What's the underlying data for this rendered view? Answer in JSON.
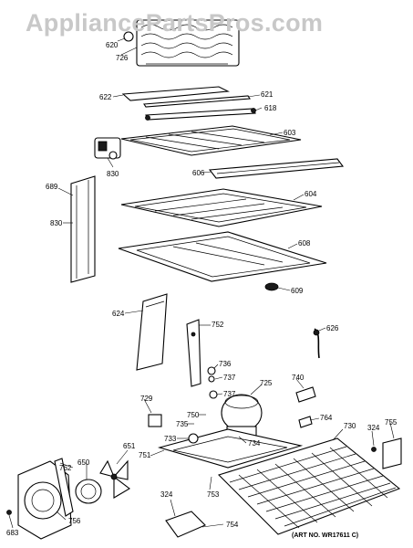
{
  "watermark": "AppliancePartsPros.com",
  "art_number": "(ART NO. WR17611 C)",
  "parts": {
    "p620": "620",
    "p726": "726",
    "p622": "622",
    "p621": "621",
    "p618": "618",
    "p603": "603",
    "p606": "606",
    "p830a": "830",
    "p689": "689",
    "p830b": "830",
    "p604": "604",
    "p608": "608",
    "p609": "609",
    "p624": "624",
    "p752": "752",
    "p626": "626",
    "p736": "736",
    "p737a": "737",
    "p737b": "737",
    "p725": "725",
    "p740": "740",
    "p729": "729",
    "p750": "750",
    "p735": "735",
    "p764": "764",
    "p730": "730",
    "p324a": "324",
    "p755": "755",
    "p733": "733",
    "p734": "734",
    "p651": "651",
    "p762": "762",
    "p650": "650",
    "p751": "751",
    "p753": "753",
    "p324b": "324",
    "p754": "754",
    "p756": "756",
    "p683": "683"
  }
}
